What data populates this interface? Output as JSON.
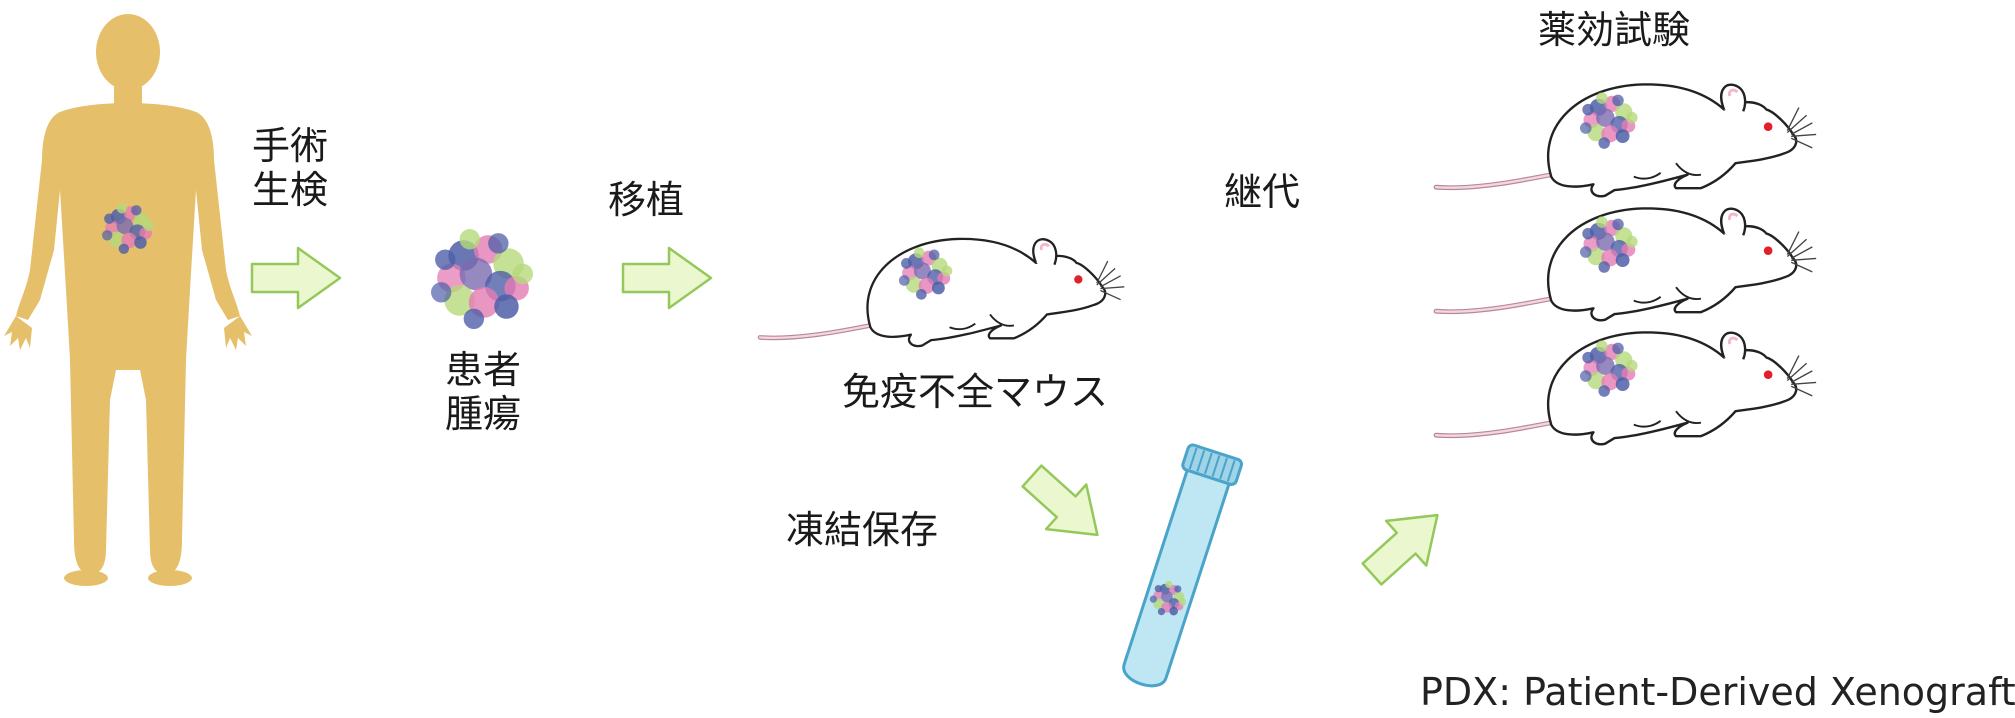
{
  "diagram": {
    "labels": {
      "surgery_biopsy": "手術\n生検",
      "patient_tumor": "患者\n腫瘍",
      "transplant": "移植",
      "immunodeficient_mouse": "免疫不全マウス",
      "passage": "継代",
      "drug_efficacy_test": "薬効試験",
      "cryopreservation": "凍結保存"
    },
    "caption": "PDX: Patient-Derived Xenograft"
  },
  "colors": {
    "human_silhouette": "#e6bf6b",
    "arrow_fill": "#eaf7cf",
    "arrow_stroke": "#95c85a",
    "tube_fill": "#bfe6f3",
    "tube_stroke": "#4aa3c8",
    "tumor_blue": "#4f5fa8",
    "tumor_pink": "#e57cb4",
    "tumor_green": "#b5d97a",
    "mouse_eye": "#e0202a"
  }
}
